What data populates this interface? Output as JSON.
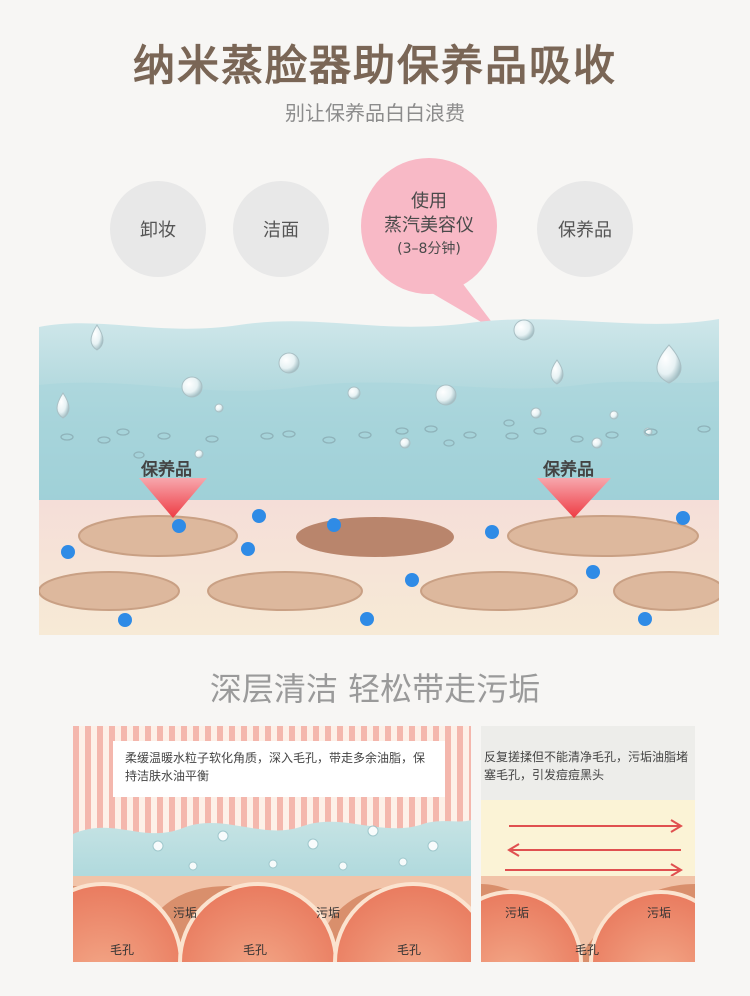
{
  "header": {
    "title": "纳米蒸脸器助保养品吸收",
    "subtitle": "别让保养品白白浪费"
  },
  "steps": [
    {
      "label": "卸妆"
    },
    {
      "label": "洁面"
    },
    {
      "label_line1": "使用",
      "label_line2": "蒸汽美容仪",
      "label_line3": "(3–8分钟)"
    },
    {
      "label": "保养品"
    }
  ],
  "scene": {
    "product_label_left": "保养品",
    "product_label_right": "保养品"
  },
  "section2": {
    "title": "深层清洁 轻松带走污垢"
  },
  "panel_left": {
    "note": "柔缓温暖水粒子软化角质，深入毛孔，带走多余油脂，保持洁肤水油平衡",
    "dirt_labels": [
      "污垢",
      "污垢"
    ],
    "pore_labels": [
      "毛孔",
      "毛孔",
      "毛孔"
    ]
  },
  "panel_right": {
    "note": "反复搓揉但不能清净毛孔，污垢油脂堵塞毛孔，引发痘痘黑头",
    "dirt_labels": [
      "污垢",
      "污垢"
    ],
    "pore_label": "毛孔"
  },
  "colors": {
    "title": "#7a6656",
    "bubble_pink": "#f8b9c6",
    "arrow_red": "#f0494f",
    "dot_blue": "#2f8be6",
    "cell_tan": "#ddb89d",
    "open_pore": "#b9856c"
  }
}
